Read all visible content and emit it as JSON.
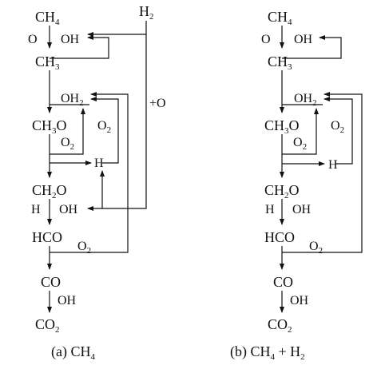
{
  "panel_a": {
    "h2_label": "H",
    "h2_sub": "2",
    "plus_o": "+O",
    "ch4": "CH",
    "ch4_sub": "4",
    "o_left": "O",
    "oh_1": "OH",
    "ch3": "CH",
    "ch3_sub": "3",
    "oh2": "OH",
    "oh2_sub": "2",
    "ch3o": "CH",
    "ch3o_sub": "3",
    "ch3o_tail": "O",
    "o2_right": "O",
    "o2_right_sub": "2",
    "o2_inner": "O",
    "o2_inner_sub": "2",
    "h_mid": "H",
    "ch2o": "CH",
    "ch2o_sub": "2",
    "ch2o_tail": "O",
    "h_left": "H",
    "oh_2": "OH",
    "hco": "HCO",
    "o2_hco": "O",
    "o2_hco_sub": "2",
    "co": "CO",
    "oh_3": "OH",
    "co2": "CO",
    "co2_sub": "2",
    "caption": "(a)  CH",
    "caption_sub": "4"
  },
  "panel_b": {
    "ch4": "CH",
    "ch4_sub": "4",
    "o_left": "O",
    "oh_1": "OH",
    "ch3": "CH",
    "ch3_sub": "3",
    "oh2": "OH",
    "oh2_sub": "2",
    "ch3o": "CH",
    "ch3o_sub": "3",
    "ch3o_tail": "O",
    "o2_right": "O",
    "o2_right_sub": "2",
    "o2_inner": "O",
    "o2_inner_sub": "2",
    "h_mid": "H",
    "ch2o": "CH",
    "ch2o_sub": "2",
    "ch2o_tail": "O",
    "h_left": "H",
    "oh_2": "OH",
    "hco": "HCO",
    "o2_hco": "O",
    "o2_hco_sub": "2",
    "co": "CO",
    "oh_3": "OH",
    "co2": "CO",
    "co2_sub": "2",
    "caption": "(b)  CH",
    "caption_sub": "4",
    "caption_plus": " + H",
    "caption_sub2": "2"
  }
}
